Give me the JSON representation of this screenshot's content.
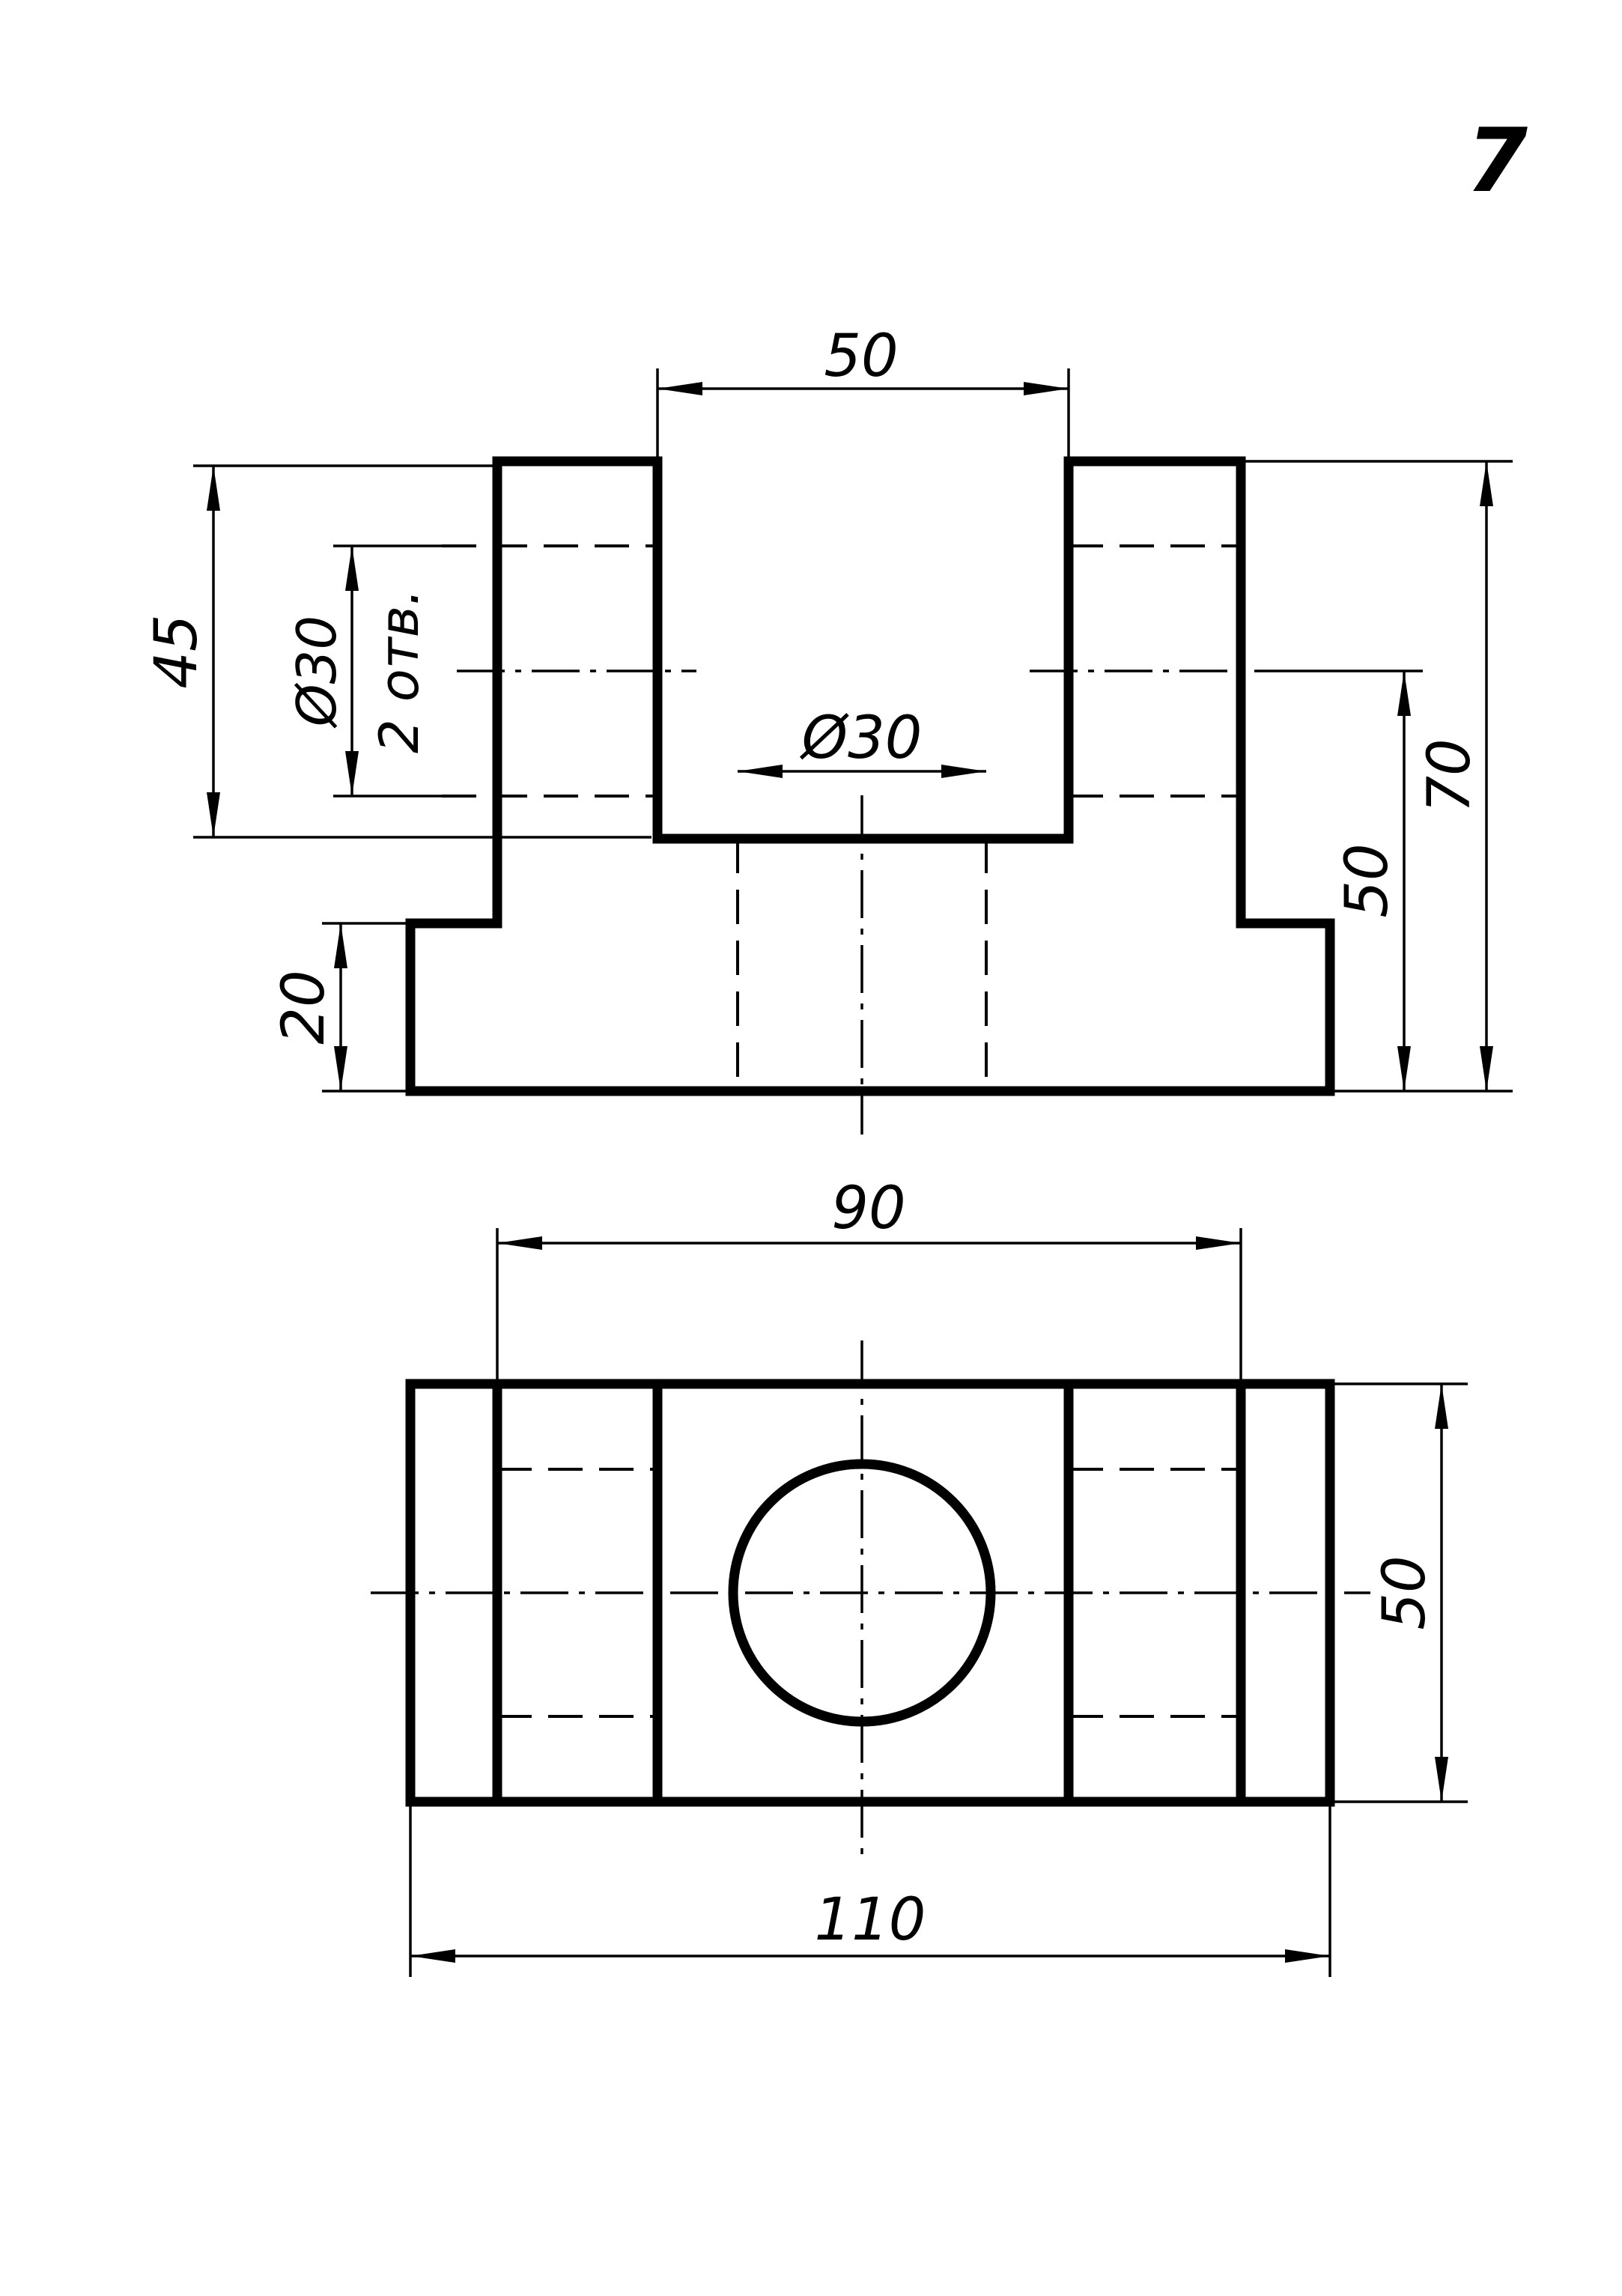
{
  "sheet_number": "7",
  "front_view": {
    "dim_slot_width": "50",
    "dim_top_height": "45",
    "dim_hole_diameter": "Ø30",
    "dim_hole_count": "2 отв.",
    "dim_vertical_hole_diameter": "Ø30",
    "dim_base_height": "20",
    "dim_hole_axis_height": "50",
    "dim_total_height": "70"
  },
  "top_view": {
    "dim_upright_span": "90",
    "dim_depth": "50",
    "dim_total_width": "110"
  }
}
